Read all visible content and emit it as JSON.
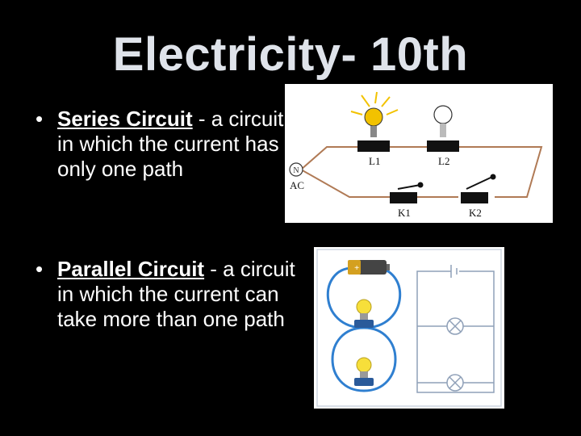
{
  "slide": {
    "title": "Electricity- 10th",
    "bullet_symbol": "•",
    "bullets": [
      {
        "term": "Series Circuit",
        "rest": " - a circuit in which the current has only one path"
      },
      {
        "term": "Parallel Circuit",
        "rest": " - a circuit in which the current can take more than one path"
      }
    ]
  },
  "series_diagram": {
    "labels": {
      "l1": "L1",
      "l2": "L2",
      "ac": "AC",
      "k1": "K1",
      "k2": "K2",
      "source_symbol": "N"
    },
    "colors": {
      "bulb_lit": "#f2c200",
      "wire": "#b07a55"
    }
  },
  "parallel_diagram": {
    "battery_plus": "+",
    "colors": {
      "wire": "#2f7fd0",
      "frame": "#8fa0b8",
      "bulb": "#f7df3a"
    }
  }
}
